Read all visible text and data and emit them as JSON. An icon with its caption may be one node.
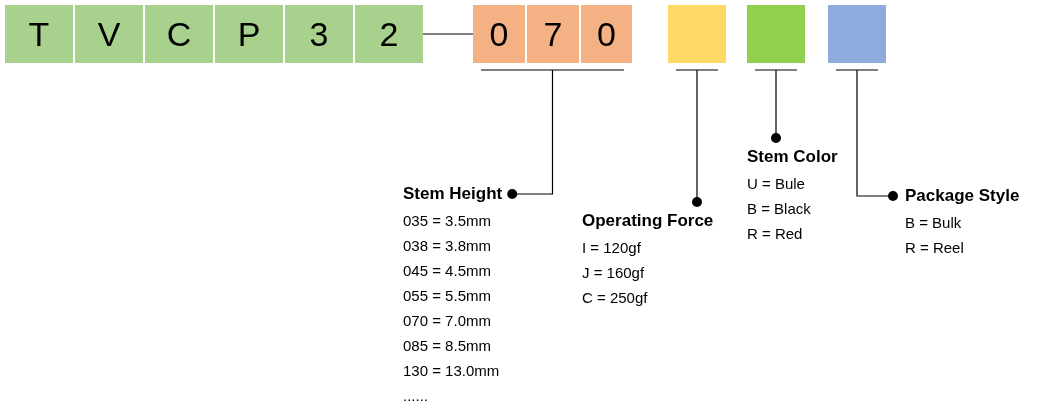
{
  "diagram": {
    "nodes": [
      {
        "text": [
          "T"
        ]
      },
      {
        "text": [
          "V"
        ]
      },
      {
        "text": [
          "C"
        ]
      },
      {
        "text": [
          "P"
        ]
      },
      {
        "text": [
          "3"
        ]
      },
      {
        "text": [
          "2"
        ]
      },
      {
        "text": [
          "0"
        ]
      },
      {
        "text": [
          "7"
        ]
      },
      {
        "text": [
          "0"
        ]
      },
      {
        "text": [],
        "shape": "box"
      },
      {
        "text": [],
        "shape": "box"
      },
      {
        "text": [],
        "shape": "box"
      },
      {
        "text": [
          "Stem Height",
          "035 = 3.5mm",
          "038 = 3.8mm",
          "045 = 4.5mm",
          "055 = 5.5mm",
          "070 = 7.0mm",
          "085 = 8.5mm",
          "130 = 13.0mm",
          "......"
        ]
      },
      {
        "text": [
          "Operating Force",
          "I = 120gf",
          "J = 160gf",
          "C = 250gf"
        ]
      },
      {
        "text": [
          "Stem Color",
          "U = Bule",
          "B = Black",
          "R = Red"
        ]
      },
      {
        "text": [
          "Package Style",
          "B = Bulk",
          "R = Reel"
        ]
      }
    ],
    "edges": [
      {
        "from": 5,
        "to": 6,
        "arrow": "none"
      },
      {
        "from": 12,
        "to": 7,
        "arrow": "other"
      },
      {
        "from": 13,
        "to": 9,
        "arrow": "other"
      },
      {
        "from": 14,
        "to": 10,
        "arrow": "other"
      },
      {
        "from": 15,
        "to": 11,
        "arrow": "other"
      }
    ]
  }
}
